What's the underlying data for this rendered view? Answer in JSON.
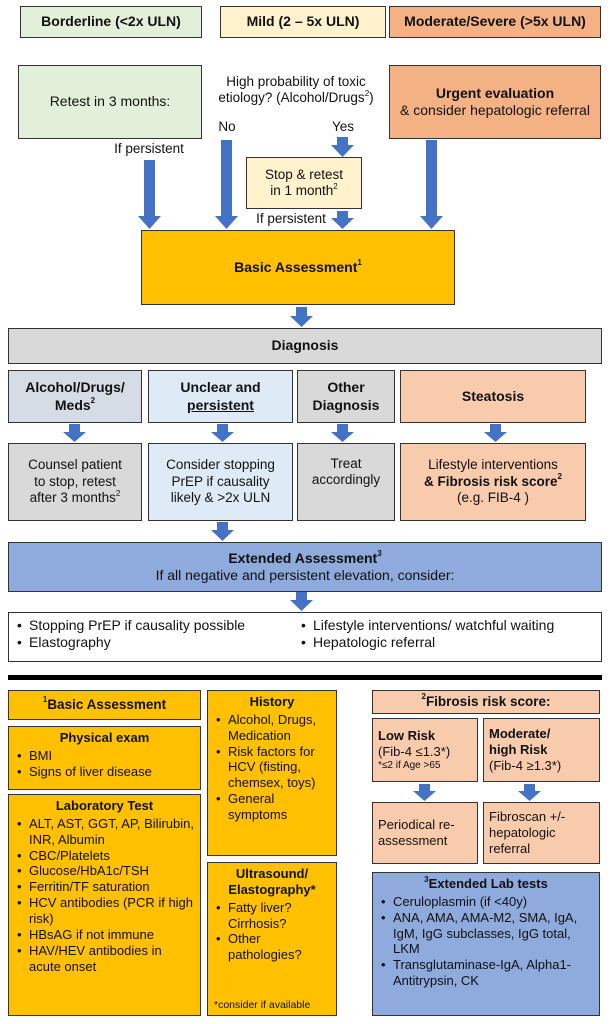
{
  "top": {
    "borderline": "Borderline (<2x ULN)",
    "mild": "Mild (2 – 5x ULN)",
    "moderate": "Moderate/Severe (>5x ULN)"
  },
  "retest": "Retest in 3 months:",
  "if_persistent_left": "If persistent",
  "question_line1": "High probability of toxic",
  "question_line2": "etiology? (Alcohol/Drugs",
  "question_sup": "2",
  "question_end": ")",
  "no": "No",
  "yes": "Yes",
  "urgent_title": "Urgent evaluation",
  "urgent_rest": "& consider hepatologic referral",
  "stop_line1": "Stop & retest",
  "stop_line2": "in 1 month",
  "stop_sup": "2",
  "if_persistent_mid": "If persistent",
  "basic": "Basic Assessment",
  "basic_sup": "1",
  "diagnosis": "Diagnosis",
  "categories": {
    "alcohol_line1": "Alcohol/Drugs/",
    "alcohol_line2": "Meds",
    "alcohol_sup": "2",
    "unclear_line1": "Unclear and",
    "unclear_line2": "persistent",
    "other_line1": "Other",
    "other_line2": "Diagnosis",
    "steatosis": "Steatosis"
  },
  "actions": {
    "counsel_line1": "Counsel patient",
    "counsel_line2": "to stop, retest",
    "counsel_line3": "after 3 months",
    "counsel_sup": "2",
    "consider_line1": "Consider stopping",
    "consider_line2": "PrEP if causality",
    "consider_line3": "likely & >2x ULN",
    "treat_line1": "Treat",
    "treat_line2": "accordingly",
    "lifestyle_line1": "Lifestyle interventions",
    "lifestyle_line2": "& Fibrosis risk score",
    "lifestyle_sup": "2",
    "lifestyle_line3": "(e.g. FIB-4 )"
  },
  "extended": {
    "title": "Extended Assessment",
    "sup": "3",
    "subtitle": "If all negative and persistent elevation, consider:"
  },
  "consider_items": [
    "Stopping PrEP if causality possible",
    "Elastography",
    "Lifestyle interventions/ watchful waiting",
    "Hepatologic referral"
  ],
  "basic_panel": {
    "sup": "1",
    "title": "Basic Assessment"
  },
  "physical": {
    "title": "Physical exam",
    "items": [
      "BMI",
      "Signs of liver disease"
    ]
  },
  "lab": {
    "title": "Laboratory Test",
    "items": [
      "ALT, AST, GGT, AP, Bilirubin, INR, Albumin",
      "CBC/Platelets",
      "Glucose/HbA1c/TSH",
      "Ferritin/TF saturation",
      "HCV antibodies (PCR if high risk)",
      "HBsAG if not immune",
      "HAV/HEV antibodies in acute onset"
    ]
  },
  "history": {
    "title": "History",
    "items": [
      "Alcohol, Drugs, Medication",
      "Risk factors for HCV (fisting, chemsex, toys)",
      "General symptoms"
    ]
  },
  "ultrasound": {
    "title": "Ultrasound/ Elastography*",
    "items": [
      "Fatty liver? Cirrhosis?",
      "Other pathologies?"
    ],
    "footnote": "*consider if available"
  },
  "fibrosis": {
    "sup": "2",
    "title": "Fibrosis risk score:"
  },
  "low_risk": {
    "title": "Low Risk",
    "line": "(Fib-4 ≤1.3*)",
    "note": "*≤2 if Age >65"
  },
  "mod_risk": {
    "title_line1": "Moderate/",
    "title_line2": "high Risk",
    "line": "(Fib-4 ≥1.3*)"
  },
  "periodical": "Periodical re-assessment",
  "fibroscan": "Fibroscan +/- hepatologic referral",
  "ext_lab": {
    "sup": "3",
    "title": "Extended Lab tests",
    "items": [
      "Ceruloplasmin (if  <40y)",
      "ANA, AMA, AMA-M2, SMA, IgA, IgM, IgG subclasses, IgG total, LKM",
      "Transglutaminase-IgA, Alpha1-Antitrypsin, CK"
    ]
  },
  "colors": {
    "green": "#e2efd9",
    "cream": "#fff2cc",
    "salmon": "#f4b183",
    "peach": "#f8cbad",
    "gold": "#ffc000",
    "grey": "#d9d9d9",
    "slate": "#d6dce5",
    "light_blue": "#deebf7",
    "blue": "#8faadc",
    "arrow": "#4472c4"
  }
}
